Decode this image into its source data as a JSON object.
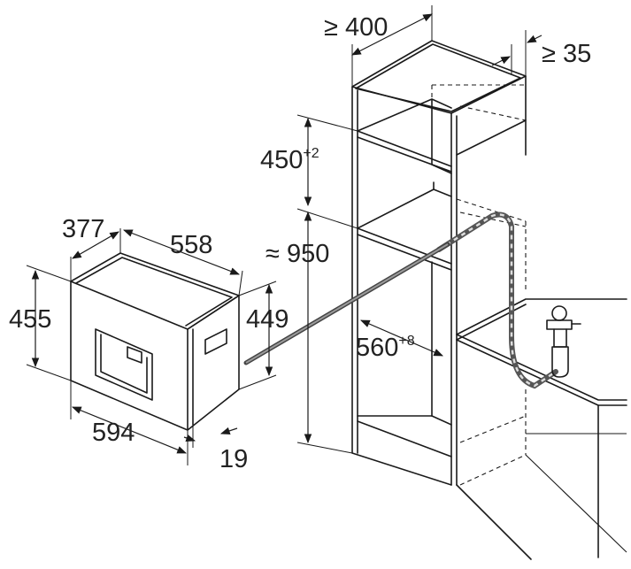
{
  "diagram": {
    "dimensions": {
      "tall_cabinet_width": "≥ 400",
      "rear_gap": "≥ 35",
      "niche_height_base": "450",
      "niche_height_tol": "+2",
      "floor_to_niche": "≈ 950",
      "niche_depth_base": "560",
      "niche_depth_tol": "+8",
      "appliance_depth": "377",
      "appliance_width_top": "558",
      "appliance_height": "455",
      "appliance_inner_height": "449",
      "appliance_width": "594",
      "front_thickness": "19"
    }
  }
}
